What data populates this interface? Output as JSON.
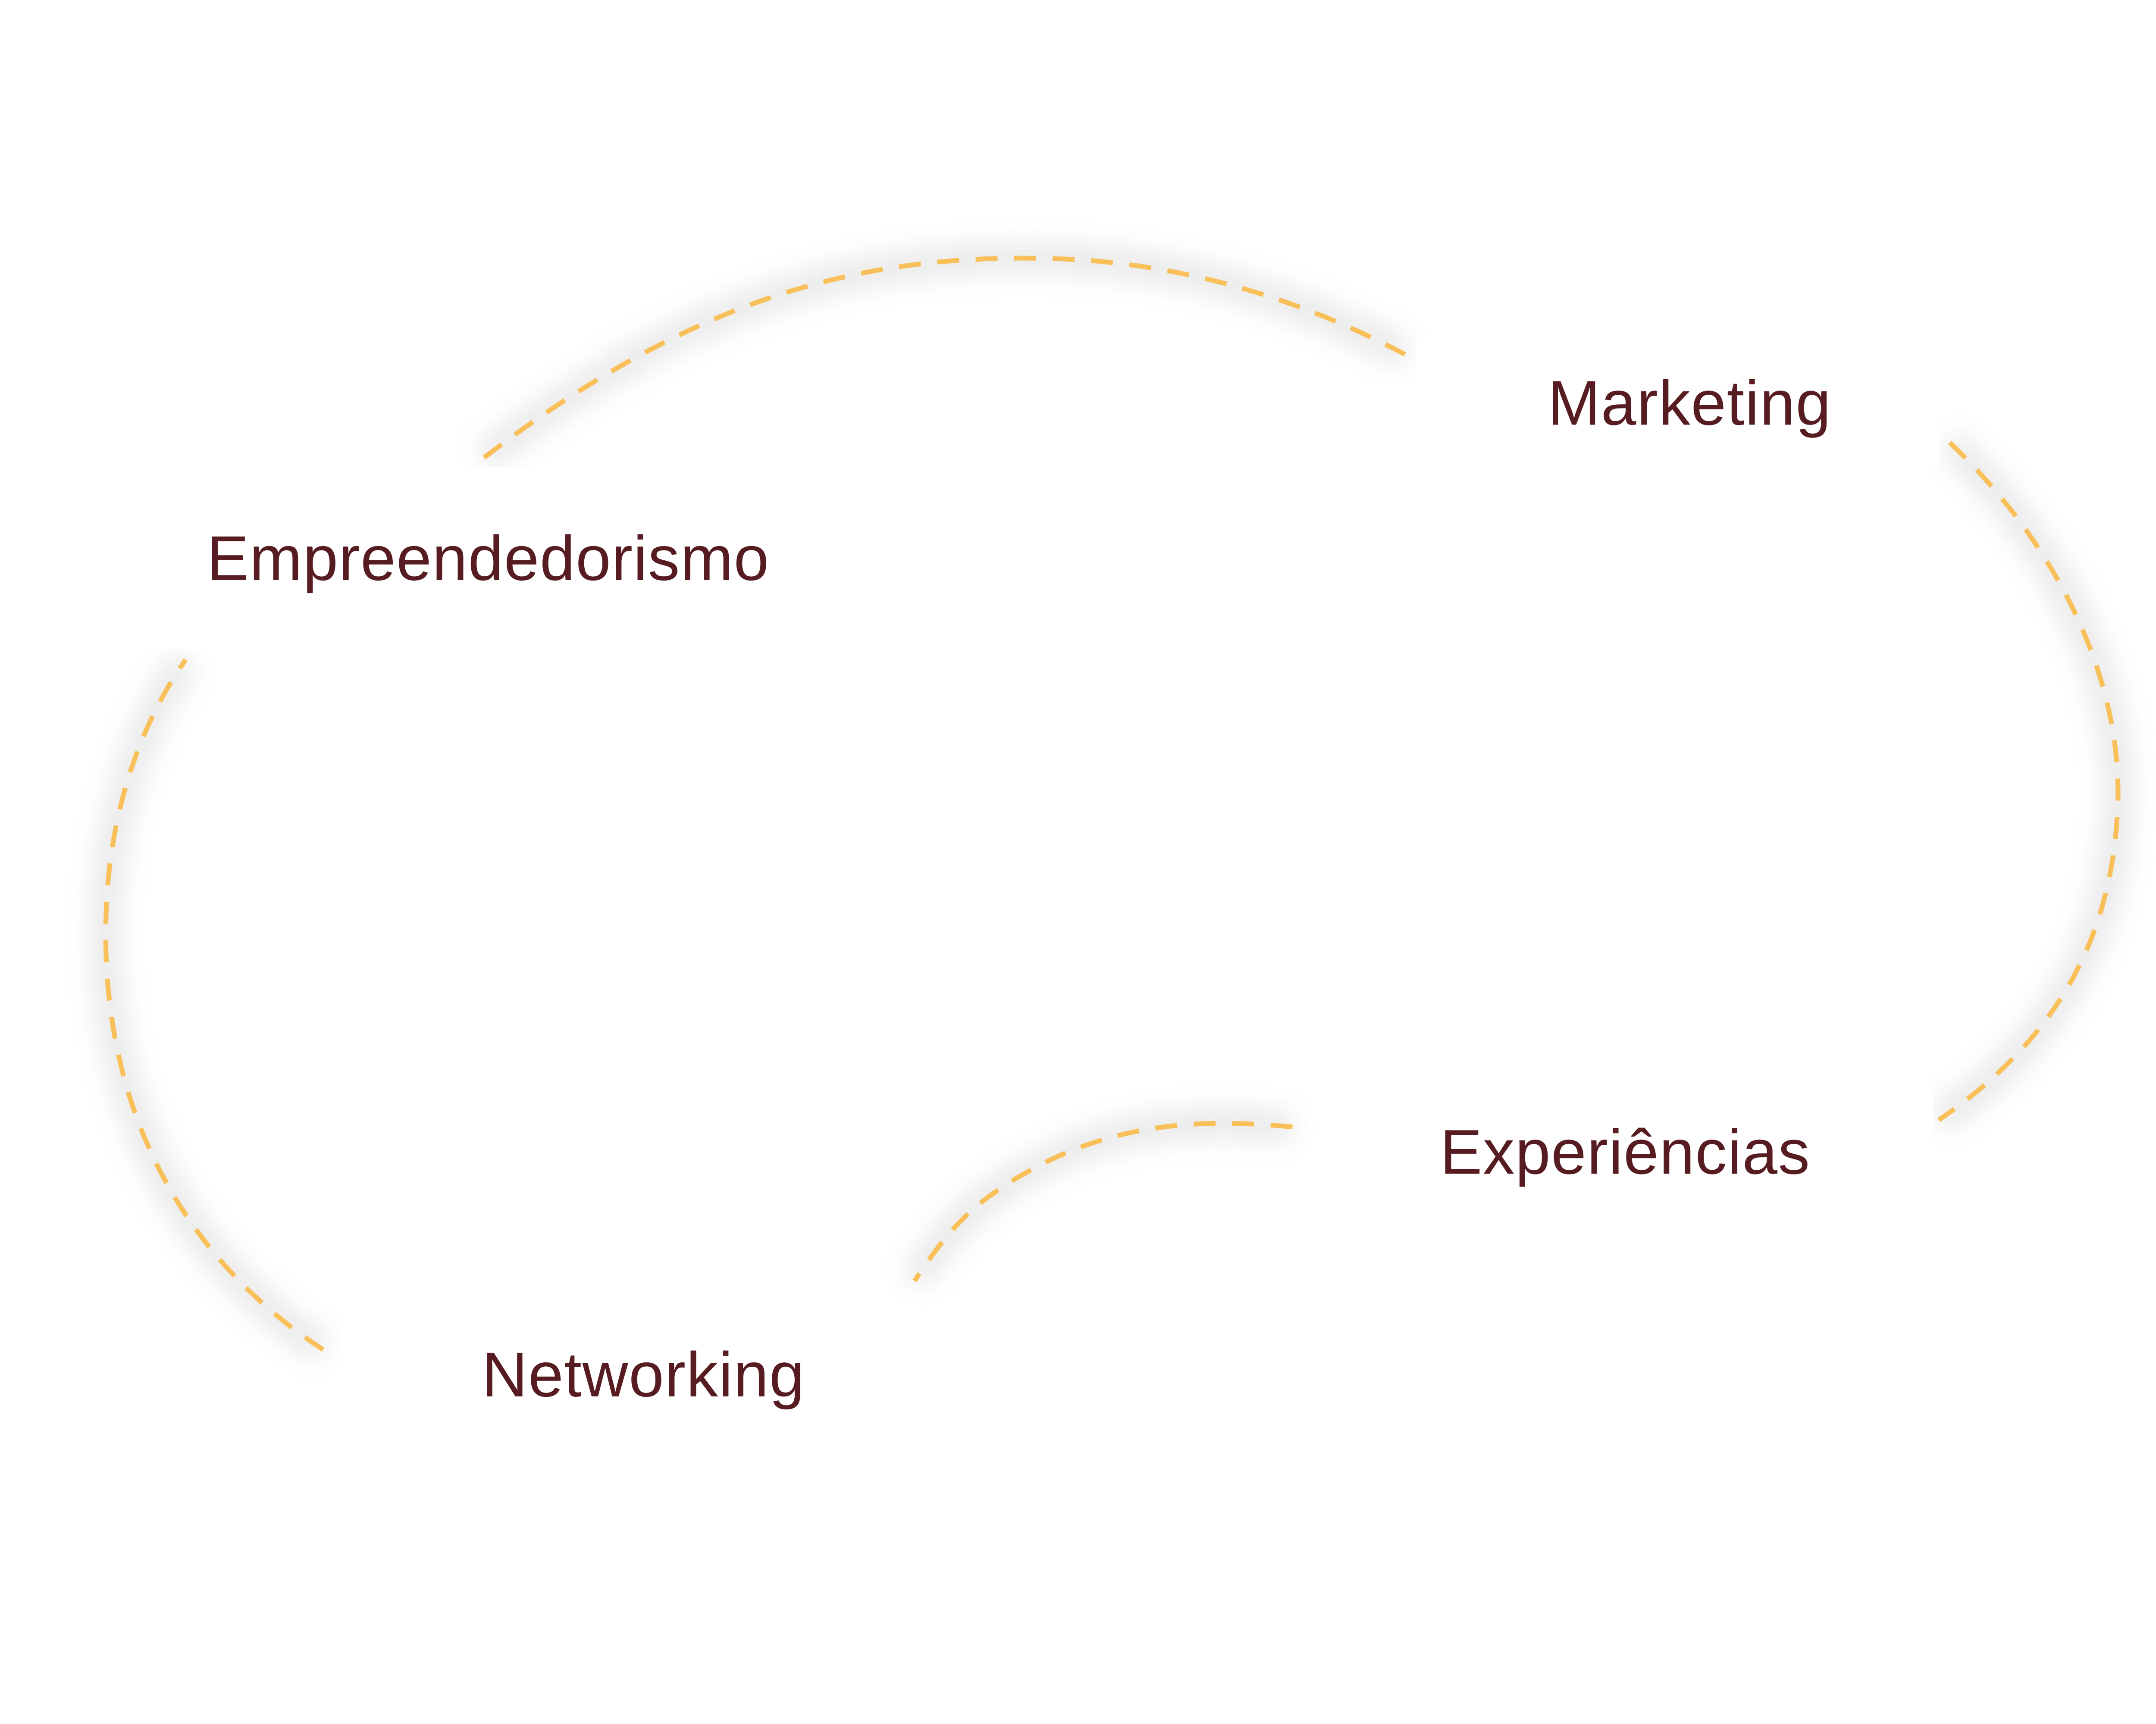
{
  "colors": {
    "text": "#561c22",
    "dash": "#f9c05a",
    "glow": "#e6e6e6",
    "background": "#ffffff"
  },
  "nodes": [
    {
      "label": "Empreendedorismo"
    },
    {
      "label": "Marketing"
    },
    {
      "label": "Experiências"
    },
    {
      "label": "Networking"
    }
  ]
}
